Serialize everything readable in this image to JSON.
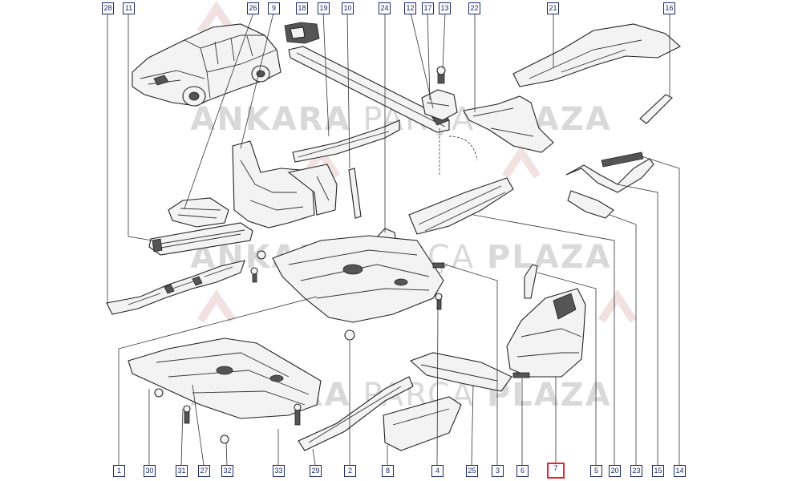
{
  "watermark": {
    "brand_bold_1": "ANKARA",
    "brand_light": "PARÇA",
    "brand_bold_2": "PLAZA"
  },
  "highlight_color": "#e8232e",
  "label_color": "#1b2a6b",
  "top_labels": [
    "28",
    "11",
    "26",
    "9",
    "18",
    "19",
    "10",
    "24",
    "12",
    "17",
    "13",
    "22",
    "21",
    "16"
  ],
  "bottom_labels": [
    "1",
    "30",
    "31",
    "27",
    "32",
    "33",
    "29",
    "2",
    "8",
    "4",
    "25",
    "3",
    "6",
    "7",
    "5",
    "20",
    "23",
    "15",
    "14"
  ],
  "highlighted_label": "7"
}
